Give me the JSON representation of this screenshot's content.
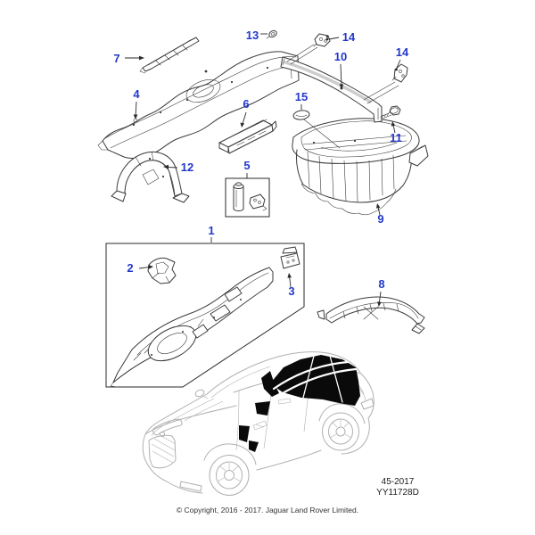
{
  "figure": {
    "page_ref": "45-2017",
    "drawing_code": "YY11728D",
    "copyright": "© Copyright, 2016 - 2017. Jaguar Land Rover Limited."
  },
  "colors": {
    "background": "#ffffff",
    "callout_blue": "#2438cc",
    "part_line": "#3a3a3a",
    "vehicle_line": "#b0b0b0",
    "highlight_black": "#0a0a0a"
  },
  "callouts": [
    {
      "number": "7"
    },
    {
      "number": "13"
    },
    {
      "number": "14"
    },
    {
      "number": "10"
    },
    {
      "number": "14"
    },
    {
      "number": "4"
    },
    {
      "number": "6"
    },
    {
      "number": "15"
    },
    {
      "number": "11"
    },
    {
      "number": "12"
    },
    {
      "number": "5"
    },
    {
      "number": "9"
    },
    {
      "number": "1"
    },
    {
      "number": "2"
    },
    {
      "number": "3"
    },
    {
      "number": "8"
    }
  ]
}
